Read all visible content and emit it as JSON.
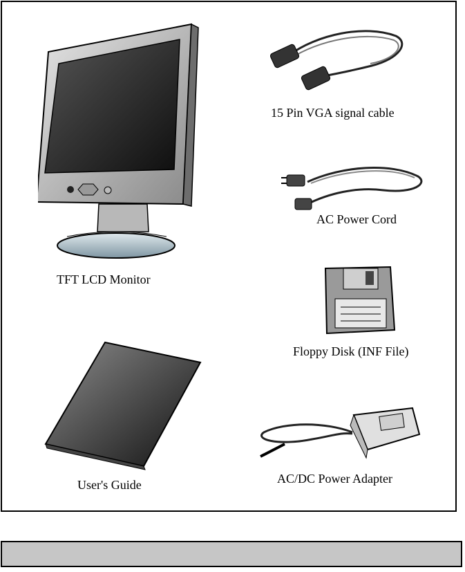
{
  "items": [
    {
      "name": "TFT LCD Monitor",
      "icon": "lcd-monitor-icon"
    },
    {
      "name": "15 Pin VGA signal cable",
      "icon": "vga-cable-icon"
    },
    {
      "name": "AC Power Cord",
      "icon": "power-cord-icon"
    },
    {
      "name": "Floppy Disk (INF File)",
      "icon": "floppy-disk-icon"
    },
    {
      "name": "User's Guide",
      "icon": "users-guide-icon"
    },
    {
      "name": "AC/DC Power Adapter",
      "icon": "power-adapter-icon"
    }
  ],
  "colors": {
    "frame": "#000000",
    "bar": "#c6c6c6",
    "screen": "#1c1c1c",
    "base": "#a9bcc6"
  }
}
